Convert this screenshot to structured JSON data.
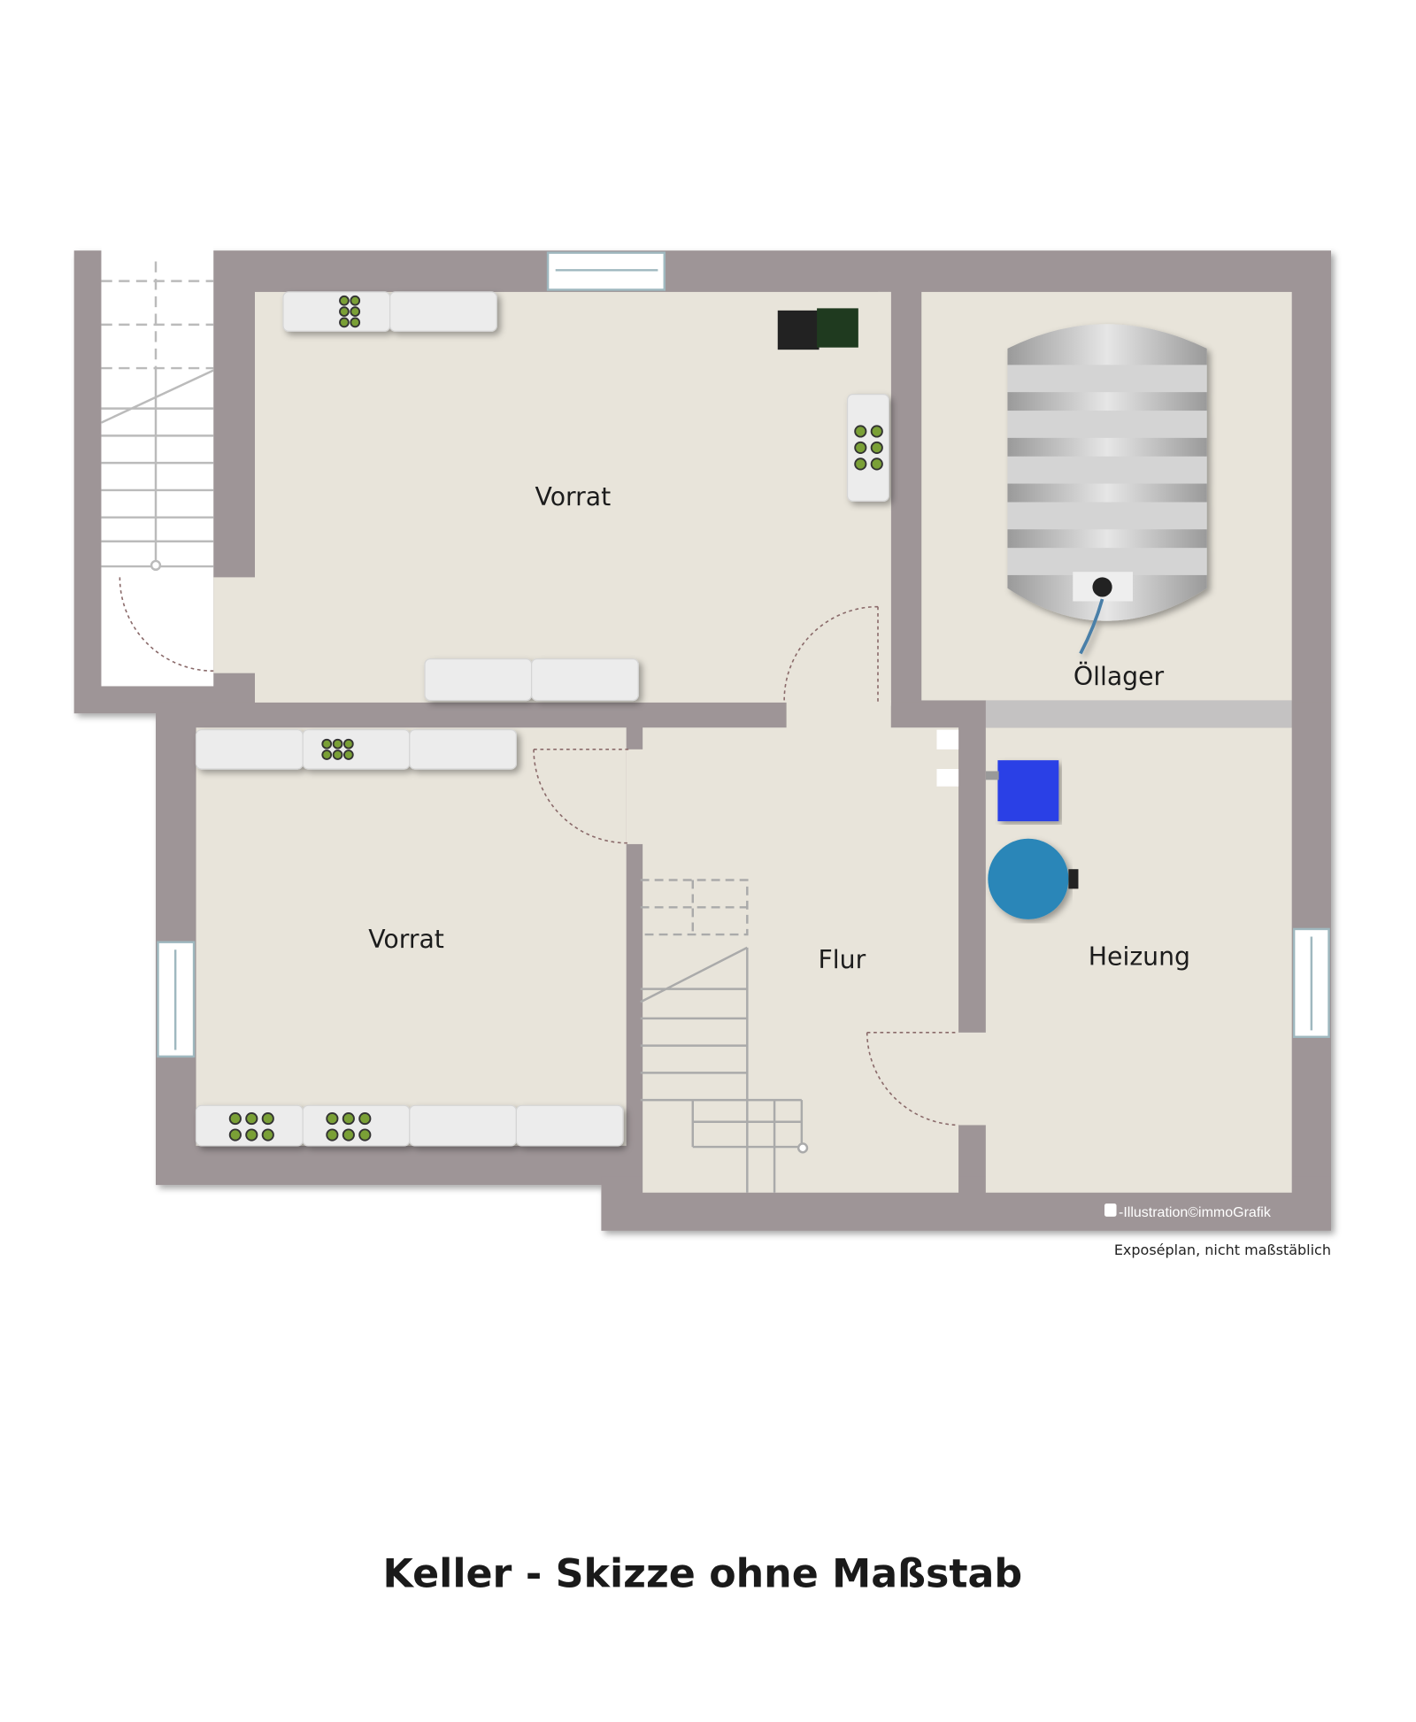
{
  "rooms": {
    "vorrat_top": "Vorrat",
    "oellager": "Öllager",
    "vorrat_bottom": "Vorrat",
    "flur": "Flur",
    "heizung": "Heizung"
  },
  "copyright": "-Illustration©immoGrafik",
  "scale_note": "Exposéplan, nicht maßstäblich",
  "title": "Keller - Skizze ohne Maßstab",
  "colors": {
    "wall": "#9e9597",
    "floor": "#e8e4da",
    "shelf": "#ebebeb",
    "pump": "#2a3fe6",
    "vessel": "#2a86b8"
  }
}
